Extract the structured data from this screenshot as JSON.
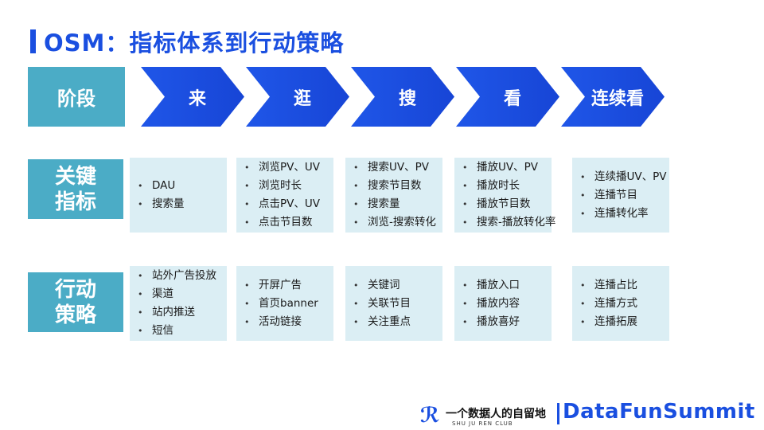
{
  "title": "OSM：指标体系到行动策略",
  "stage_header": "阶段",
  "stages": [
    "来",
    "逛",
    "搜",
    "看",
    "连续看"
  ],
  "row_labels": {
    "metrics": [
      "关键",
      "指标"
    ],
    "actions": [
      "行动",
      "策略"
    ]
  },
  "metrics": [
    [
      "DAU",
      "搜索量"
    ],
    [
      "浏览PV、UV",
      "浏览时长",
      "点击PV、UV",
      "点击节目数"
    ],
    [
      "搜索UV、PV",
      "搜索节目数",
      "搜索量",
      "浏览-搜索转化"
    ],
    [
      "播放UV、PV",
      "播放时长",
      "播放节目数",
      "搜索-播放转化率"
    ],
    [
      "连续播UV、PV",
      "连播节目",
      "连播转化率"
    ]
  ],
  "actions": [
    [
      "站外广告投放",
      "渠道",
      "站内推送",
      "短信"
    ],
    [
      "开屏广告",
      "首页banner",
      "活动链接"
    ],
    [
      "关键词",
      "关联节目",
      "关注重点"
    ],
    [
      "播放入口",
      "播放内容",
      "播放喜好"
    ],
    [
      "连播占比",
      "连播方式",
      "连播拓展"
    ]
  ],
  "footer": {
    "logo_cn": "一个数据人的自留地",
    "logo_en": "SHU JU REN CLUB",
    "brand": "DataFunSummit"
  },
  "colors": {
    "accent": "#1a4fe0",
    "teal": "#4bacc6",
    "cell_bg": "#dbeef4"
  }
}
